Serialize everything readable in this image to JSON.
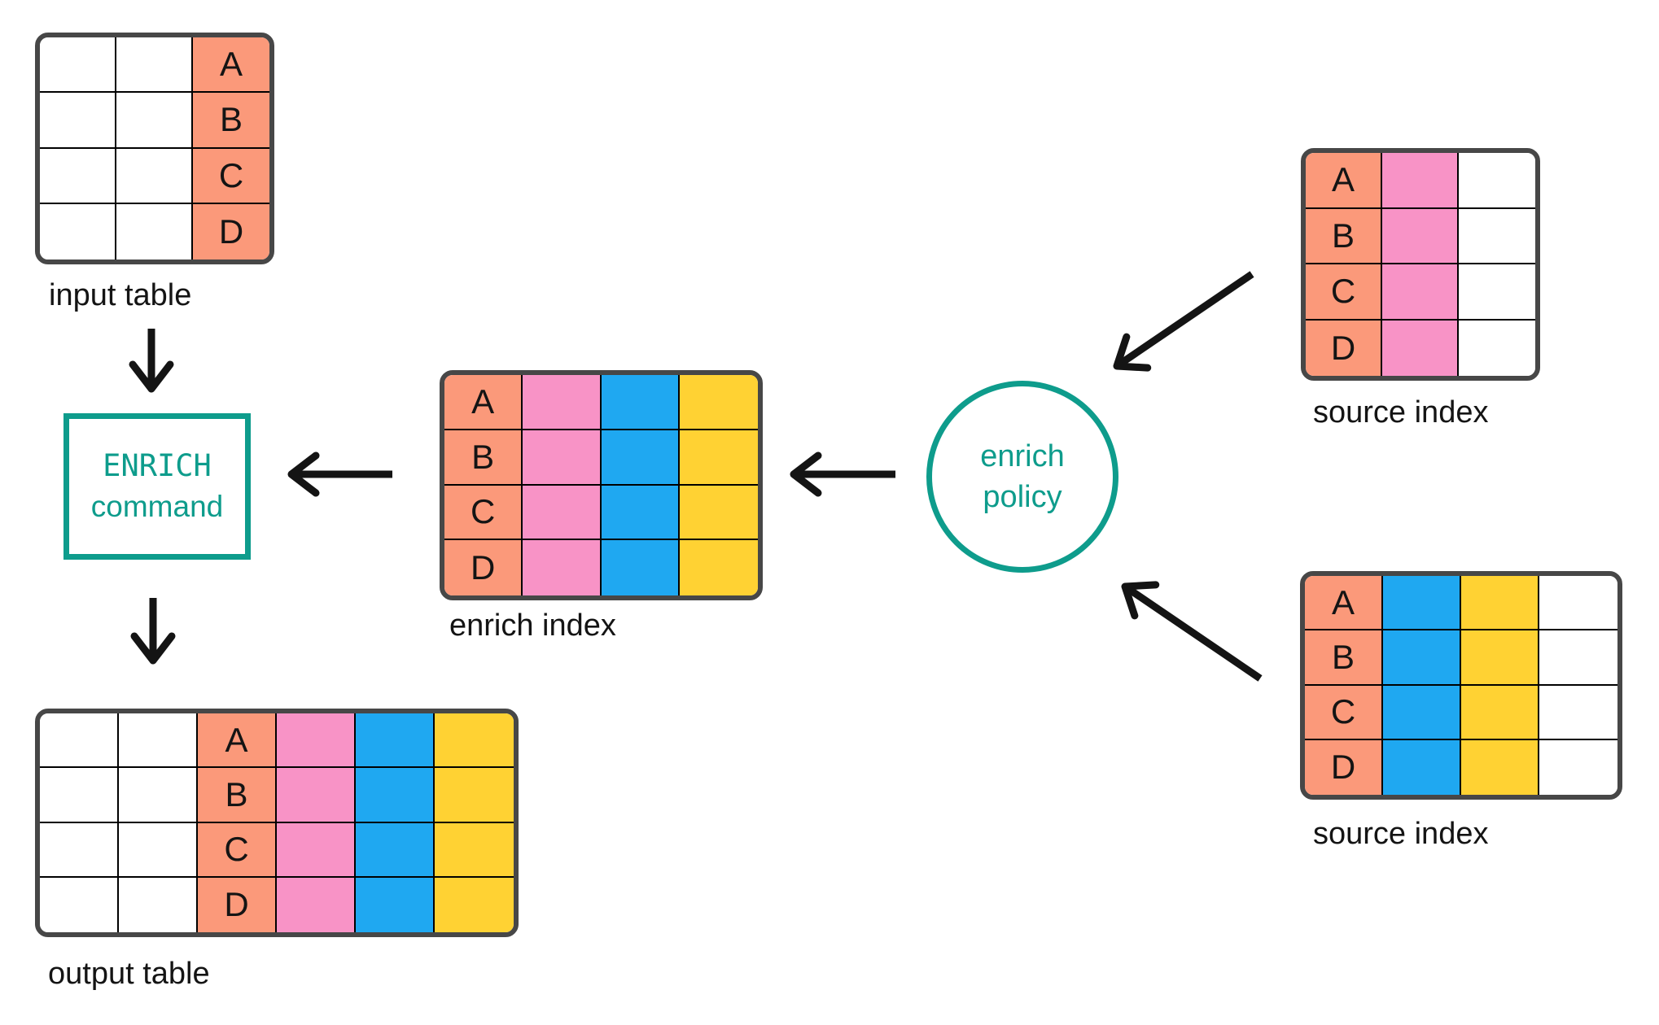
{
  "row_letters": [
    "A",
    "B",
    "C",
    "D"
  ],
  "labels": {
    "input_table": "input table",
    "output_table": "output table",
    "enrich_index": "enrich index",
    "source_index_top": "source index",
    "source_index_bottom": "source index",
    "enrich_command_line1": "ENRICH",
    "enrich_command_line2": "command",
    "enrich_policy_line1": "enrich",
    "enrich_policy_line2": "policy"
  },
  "colors": {
    "salmon": "#FB997A",
    "pink": "#F893C6",
    "blue": "#1FA8F1",
    "yellow": "#FFD233",
    "white": "#FFFFFF",
    "teal": "#0E9C8C",
    "table_border": "#474747",
    "grid_line": "#000000",
    "arrow": "#141414",
    "text": "#141414",
    "background": "#FFFFFF"
  },
  "tables": {
    "input": {
      "columns": [
        "white",
        "white",
        "salmon"
      ],
      "letter_col": 2
    },
    "enrich": {
      "columns": [
        "salmon",
        "pink",
        "blue",
        "yellow"
      ],
      "letter_col": 0
    },
    "output": {
      "columns": [
        "white",
        "white",
        "salmon",
        "pink",
        "blue",
        "yellow"
      ],
      "letter_col": 2
    },
    "src_top": {
      "columns": [
        "salmon",
        "pink",
        "white"
      ],
      "letter_col": 0
    },
    "src_bottom": {
      "columns": [
        "salmon",
        "blue",
        "yellow",
        "white"
      ],
      "letter_col": 0
    }
  }
}
